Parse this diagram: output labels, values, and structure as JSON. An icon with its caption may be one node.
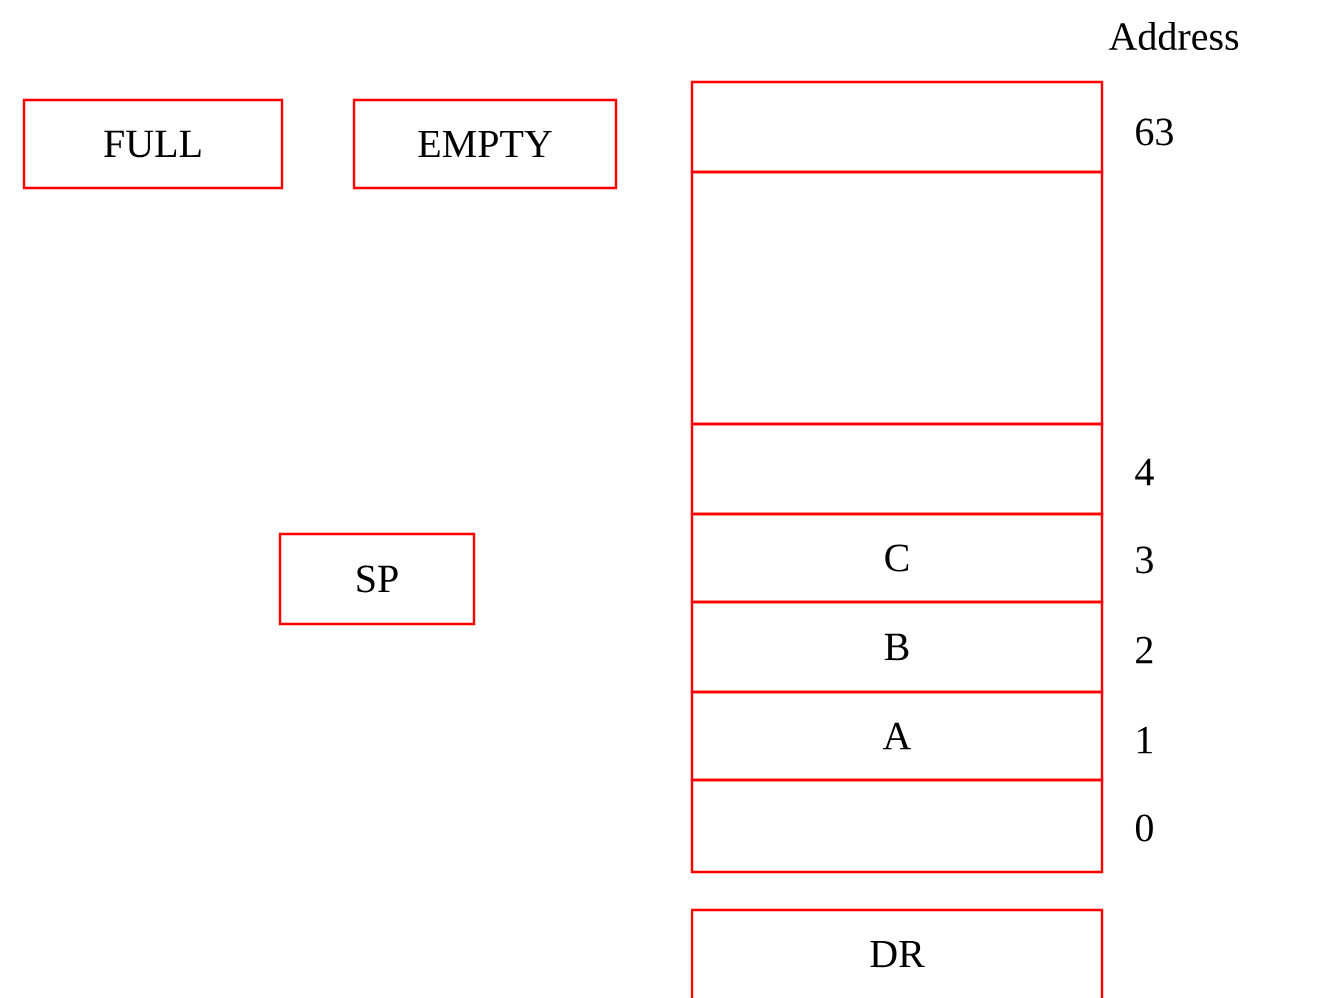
{
  "diagram": {
    "nodes": [
      {
        "text": [
          "FULL"
        ]
      },
      {
        "text": [
          "EMPTY"
        ]
      },
      {
        "text": [],
        "shape": "box"
      },
      {
        "text": [],
        "shape": "box"
      },
      {
        "text": [],
        "shape": "box"
      },
      {
        "text": [
          "C"
        ]
      },
      {
        "text": [
          "SP"
        ]
      },
      {
        "text": [
          "B"
        ]
      },
      {
        "text": [
          "A"
        ]
      },
      {
        "text": [],
        "shape": "box"
      },
      {
        "text": [
          "DR"
        ]
      }
    ],
    "labels": [
      "Address",
      "63",
      "4",
      "3",
      "2",
      "1",
      "0"
    ]
  }
}
